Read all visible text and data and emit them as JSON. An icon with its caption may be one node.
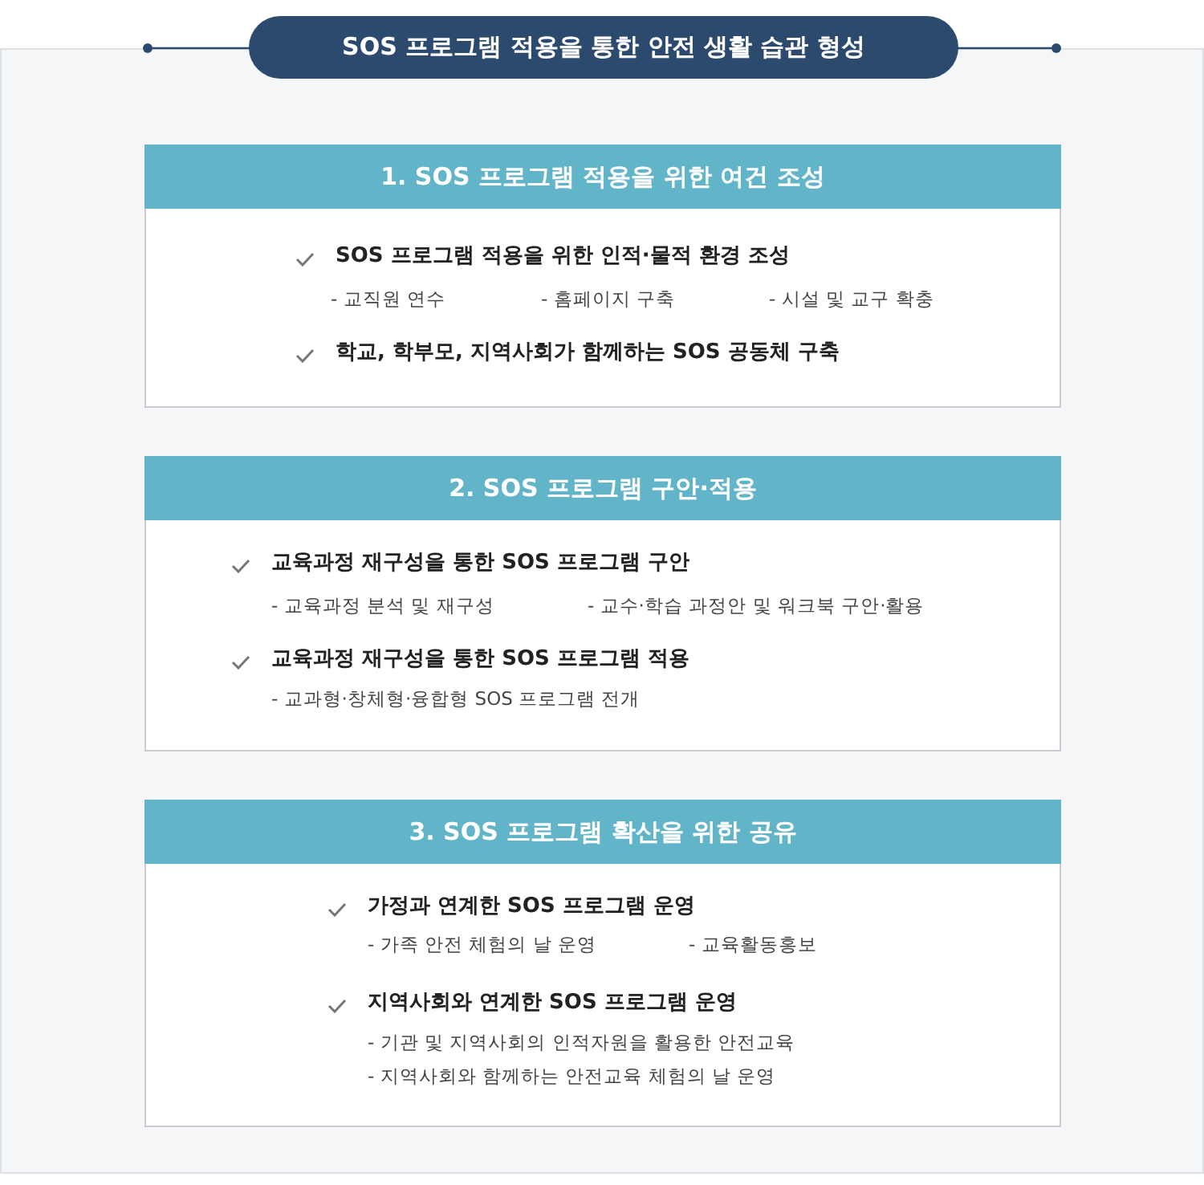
{
  "diagram": {
    "title": "SOS 프로그램 적용을 통한 안전 생활 습관 형성",
    "nodes": [
      {
        "text": [
          "1. SOS 프로그램 적용을 위한 여건 조성",
          "SOS 프로그램 적용을 위한 인적·물적 환경 조성",
          "- 교직원 연수",
          "- 홈페이지 구축",
          "- 시설 및 교구 확충",
          "학교, 학부모, 지역사회가 함께하는 SOS 공동체 구축"
        ]
      },
      {
        "text": [
          "2. SOS 프로그램 구안·적용",
          "교육과정 재구성을 통한 SOS 프로그램 구안",
          "- 교육과정 분석 및 재구성",
          "- 교수·학습 과정안 및 워크북 구안·활용",
          "교육과정 재구성을 통한 SOS 프로그램 적용",
          "- 교과형·창체형·융합형 SOS 프로그램 전개"
        ]
      },
      {
        "text": [
          "3. SOS 프로그램 확산을 위한 공유",
          "가정과 연계한 SOS 프로그램 운영",
          "- 가족 안전 체험의 날 운영",
          "- 교육활동홍보",
          "지역사회와 연계한 SOS 프로그램 운영",
          "- 기관 및 지역사회의 인적자원을 활용한 안전교육",
          "- 지역사회와 함께하는 안전교육 체험의 날 운영"
        ]
      }
    ]
  }
}
